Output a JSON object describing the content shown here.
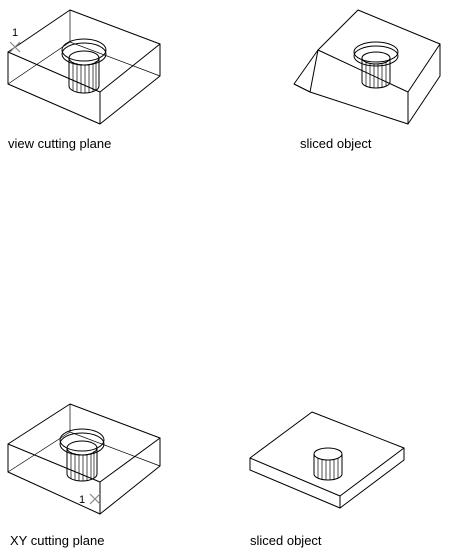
{
  "figures": {
    "top_left": {
      "caption": "view cutting plane",
      "point_label": "1"
    },
    "top_right": {
      "caption": "sliced object"
    },
    "bottom_left": {
      "caption": "XY cutting plane",
      "point_label": "1"
    },
    "bottom_right": {
      "caption": "sliced object"
    }
  },
  "icons": {
    "pick_point": "x-marker-icon"
  }
}
